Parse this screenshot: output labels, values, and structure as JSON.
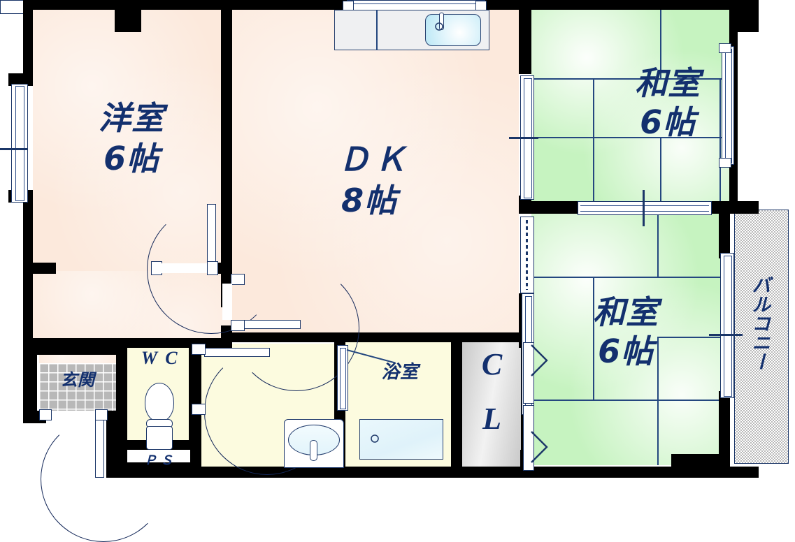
{
  "plan": {
    "title": "Apartment floor plan",
    "rooms": [
      {
        "id": "youshitsu",
        "name": "洋室",
        "size": "6帖",
        "fill": "peach"
      },
      {
        "id": "dk",
        "name": "ＤＫ",
        "size": "8帖",
        "fill": "peach"
      },
      {
        "id": "washitsu-1",
        "name": "和室",
        "size": "6帖",
        "fill": "green"
      },
      {
        "id": "washitsu-2",
        "name": "和室",
        "size": "6帖",
        "fill": "green"
      },
      {
        "id": "yokushitsu",
        "name": "浴室",
        "size": "",
        "fill": "cream"
      },
      {
        "id": "wc",
        "name": "W C",
        "size": "",
        "fill": "cream"
      },
      {
        "id": "genkan",
        "name": "玄関",
        "size": "",
        "fill": "tile"
      },
      {
        "id": "closet",
        "name": "C\nL",
        "size": "",
        "fill": "gray"
      },
      {
        "id": "balcony",
        "name": "バルコニー",
        "size": "",
        "fill": "speckle"
      },
      {
        "id": "ps",
        "name": "Ｐ Ｓ",
        "size": "",
        "fill": "white"
      }
    ],
    "labels": {
      "youshitsu_name": "洋室",
      "youshitsu_size": "6帖",
      "dk_name": "ＤＫ",
      "dk_size": "8帖",
      "washitsu_upper_name": "和室",
      "washitsu_upper_size": "6帖",
      "washitsu_lower_name": "和室",
      "washitsu_lower_size": "6帖",
      "yokushitsu_name": "浴室",
      "wc_name": "W C",
      "genkan_name": "玄関",
      "closet_name": "C",
      "closet_name2": "L",
      "balcony_name": "バルコニー",
      "ps_name": "Ｐ Ｓ"
    },
    "colors": {
      "wall": "#000000",
      "text": "#13306e",
      "peach": "#fce9dc",
      "green": "#c6f3c0",
      "cream": "#fcfbdf",
      "tile": "#b8b8b8",
      "closet_gray": "#d8d8d8",
      "line": "#1b3668",
      "fixture_blue": "#b7e6f5"
    },
    "fixtures": [
      "kitchen-counter",
      "kitchen-sink",
      "kitchen-faucet",
      "bathtub",
      "toilet",
      "washbasin"
    ],
    "openings": [
      "entrance-door",
      "youshitsu-door",
      "hallway-door",
      "wc-door",
      "bathroom-door",
      "closet-folding-door",
      "kitchen-window",
      "youshitsu-window",
      "washitsu-upper-window",
      "washitsu-lower-window",
      "fusuma-upper",
      "fusuma-lower",
      "balcony-sliding-door"
    ]
  }
}
